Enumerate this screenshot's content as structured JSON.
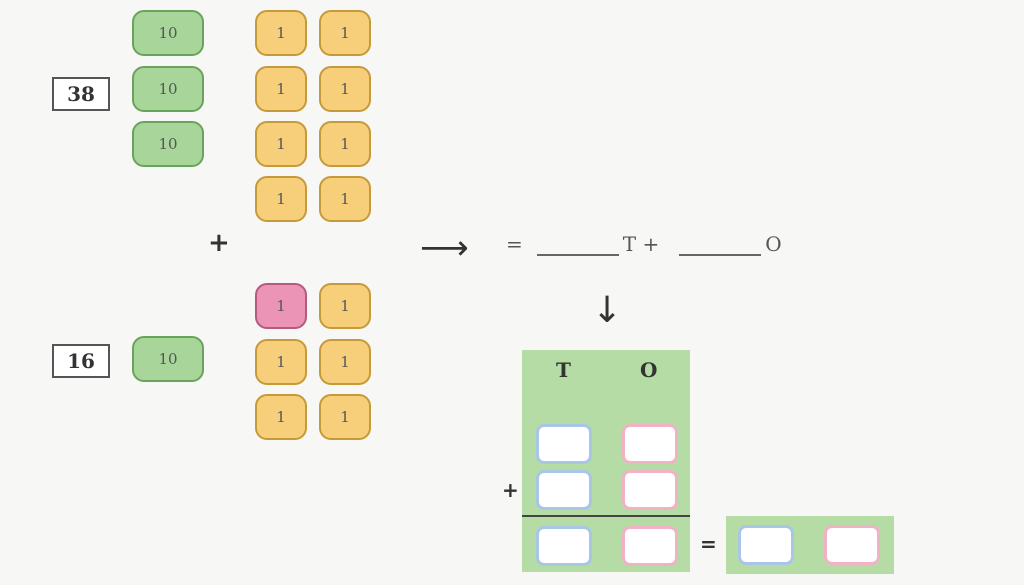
{
  "numbers": {
    "first": "38",
    "second": "16"
  },
  "tiles": {
    "ten_label": "10",
    "one_label": "1"
  },
  "operators": {
    "plus": "+",
    "arrow_right": "⟶",
    "arrow_down": "↓",
    "equals": "="
  },
  "equation": {
    "prefix": "=",
    "tens_suffix": "T +",
    "ones_suffix": "O"
  },
  "place_value_table": {
    "tens_header": "T",
    "ones_header": "O",
    "plus": "+",
    "equals": "="
  },
  "colors": {
    "ten_tile": "#a8d69a",
    "one_tile": "#f7cf7a",
    "highlight_one_tile": "#ec94b5",
    "panel": "#b6dca6"
  }
}
